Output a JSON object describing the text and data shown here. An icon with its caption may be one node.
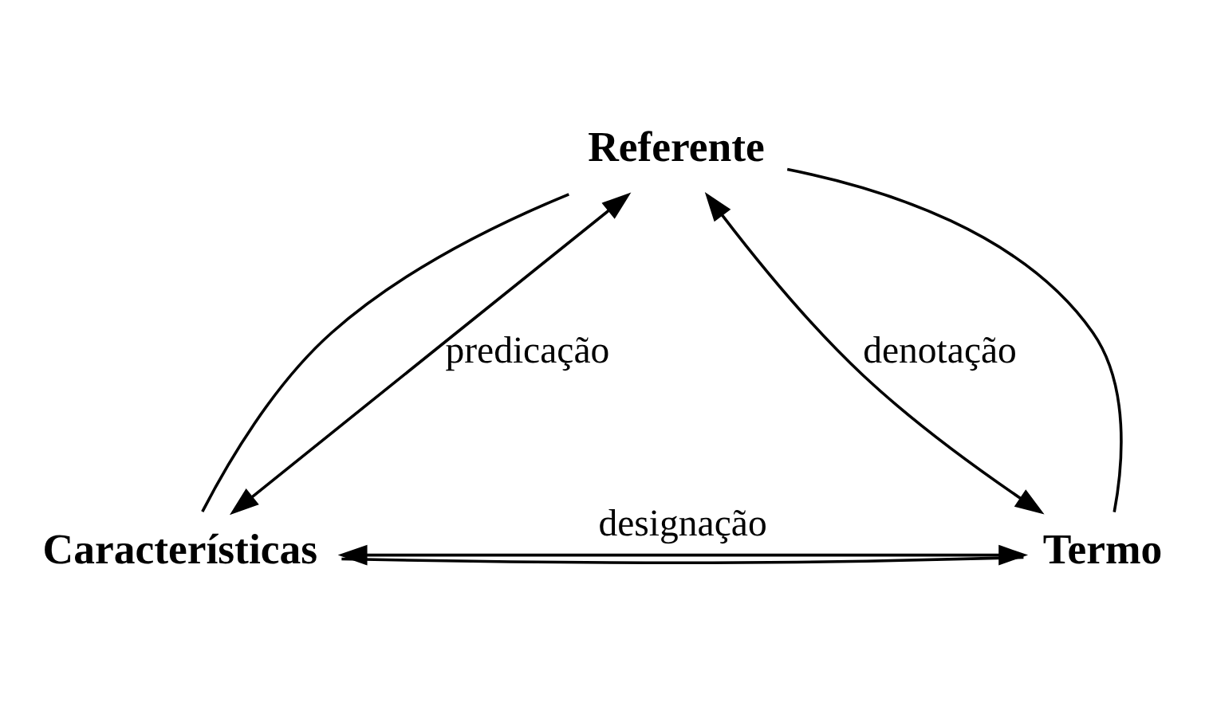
{
  "diagram": {
    "nodes": [
      {
        "text": [
          "Referente"
        ]
      },
      {
        "text": [
          "Características"
        ]
      },
      {
        "text": [
          "Termo"
        ]
      }
    ],
    "edges": [
      {
        "from": 1,
        "to": 0,
        "arrow": "both",
        "label": "predicação"
      },
      {
        "from": 0,
        "to": 2,
        "arrow": "both",
        "label": "denotação"
      },
      {
        "from": 1,
        "to": 2,
        "arrow": "both",
        "label": "designação"
      },
      {
        "from": 0,
        "to": 1,
        "arrow": "none"
      },
      {
        "from": 0,
        "to": 2,
        "arrow": "none"
      },
      {
        "from": 1,
        "to": 2,
        "arrow": "none"
      }
    ]
  }
}
